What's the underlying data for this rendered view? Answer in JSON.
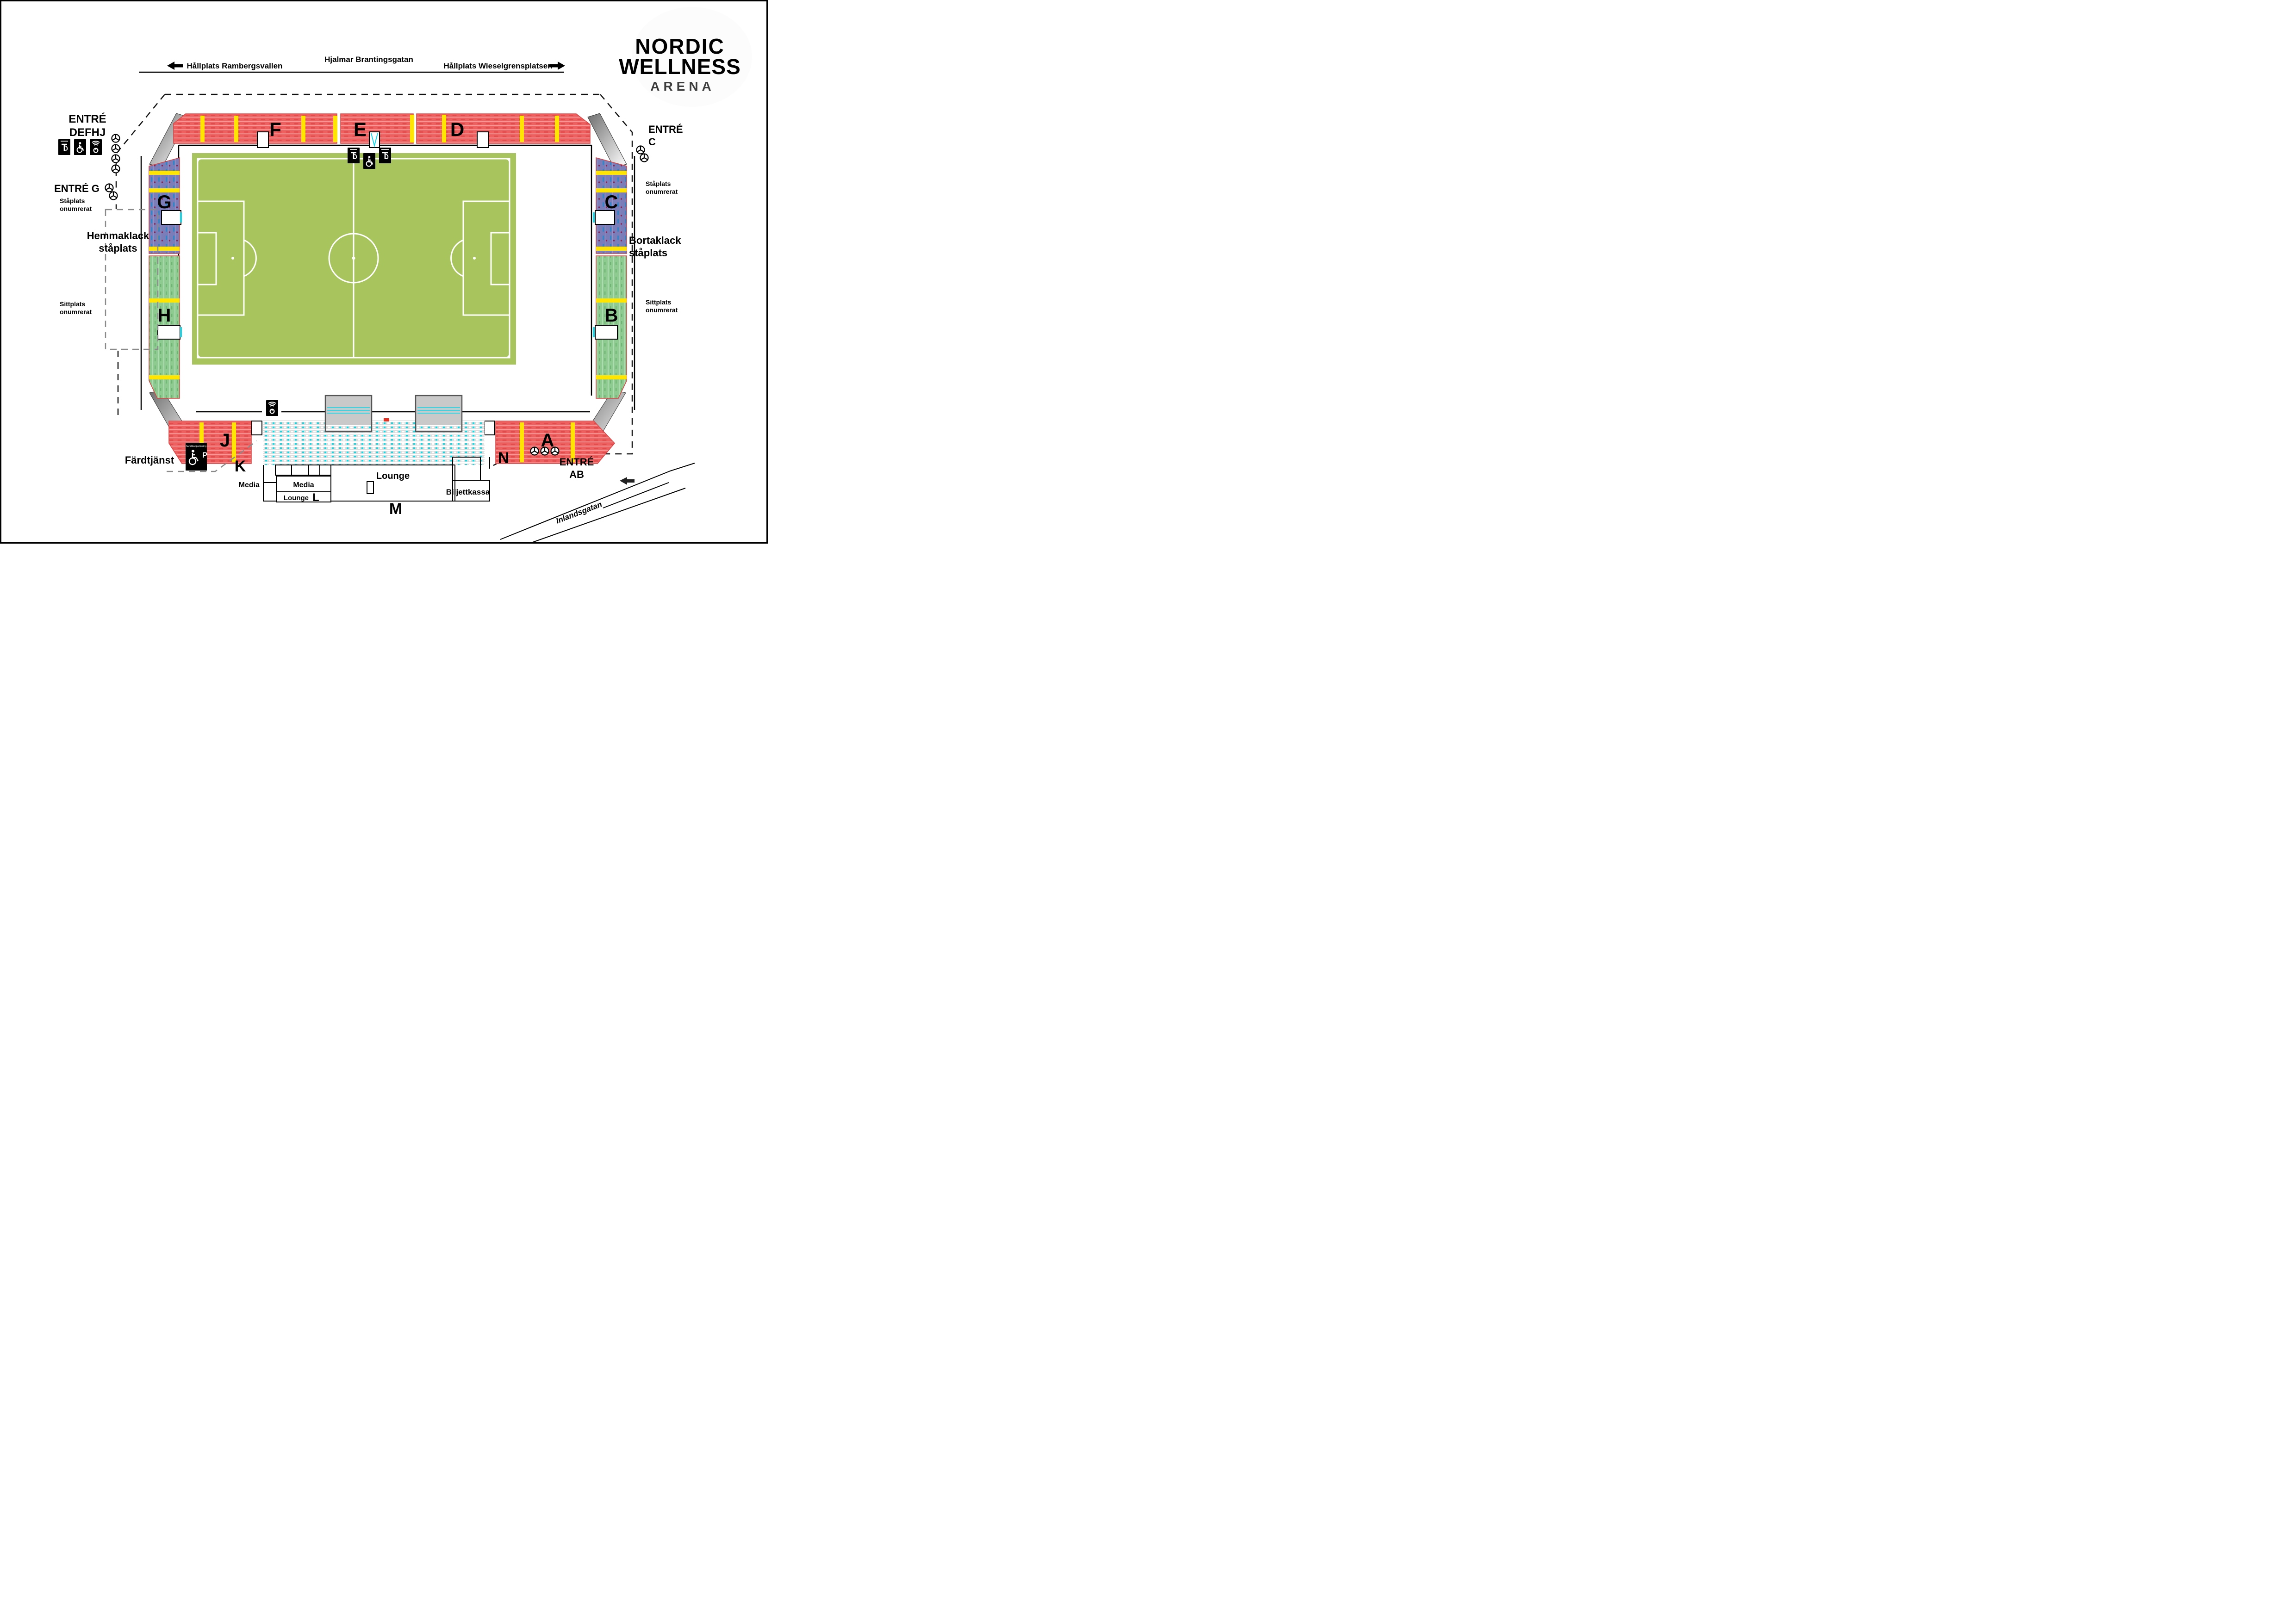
{
  "streets": {
    "left_stop": "Hållplats Rambergsvallen",
    "name": "Hjalmar Brantingsgatan",
    "right_stop": "Hållplats Wieselgrensplatsen",
    "road": "Inlandsgatan"
  },
  "logo": {
    "line1": "NORDIC",
    "line2": "WELLNESS",
    "line3": "ARENA"
  },
  "entrances": {
    "defhj": [
      "ENTRÉ",
      "DEFHJ"
    ],
    "g": "ENTRÉ G",
    "c": [
      "ENTRÉ",
      "C"
    ],
    "ab": [
      "ENTRÉ",
      "AB"
    ]
  },
  "notes": {
    "g_standing": [
      "Ståplats",
      "onumrerat"
    ],
    "c_standing": [
      "Ståplats",
      "onumrerat"
    ],
    "home_end": [
      "Hemmaklack",
      "ståplats"
    ],
    "away_end": [
      "Bortaklack",
      "ståplats"
    ],
    "seat_left": [
      "Sittplats",
      "onumrerat"
    ],
    "seat_right": [
      "Sittplats",
      "onumrerat"
    ]
  },
  "sections": {
    "f": "F",
    "e": "E",
    "d": "D",
    "g": "G",
    "h": "H",
    "c": "C",
    "b": "B",
    "j": "J",
    "a": "A",
    "k": "K",
    "n": "N",
    "l": "L",
    "m": "M"
  },
  "buildings": {
    "media_room": "Media",
    "media_outside": "Media",
    "lounge": "Lounge",
    "lounge_l": "Lounge",
    "box_office": "Biljettkassa"
  },
  "transport": {
    "fardtjanst": "Färdtjänst",
    "parking_sign": "handikapparkering",
    "parking_p": "P"
  },
  "colors": {
    "stand_red": "#ee5f5f",
    "stand_blue": "#7b7db9",
    "stand_green": "#8ecb90",
    "stand_gray": "#dcdcdc",
    "aisle_yellow": "#ffe500",
    "pitch_green": "#a8c45c",
    "logo_blue": "#1689b5",
    "logo_green": "#3fae49",
    "logo_dark": "#3d3d3d",
    "accent_cyan": "#00e0ec"
  }
}
